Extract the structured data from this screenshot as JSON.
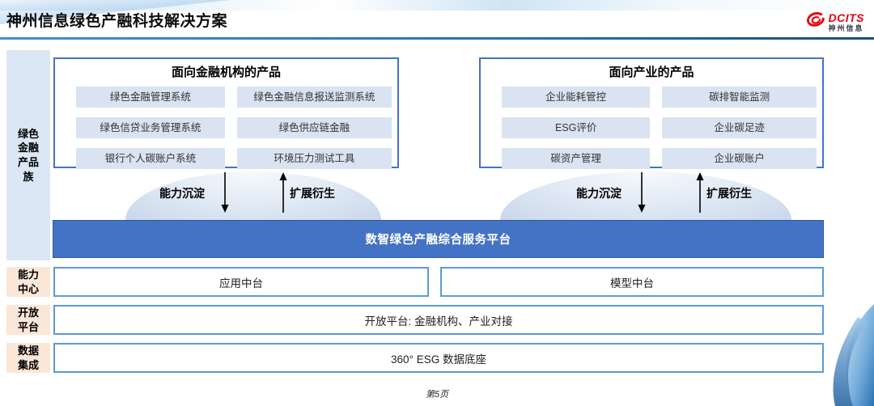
{
  "header": {
    "title": "神州信息绿色产融科技解决方案",
    "logo": {
      "brand": "DCITS",
      "brand_cn": "神州信息"
    }
  },
  "sidebar": {
    "product_family": "绿色金融产品族",
    "capability_center": "能力中心",
    "open_platform": "开放平台",
    "data_integration": "数据集成"
  },
  "product_boxes": {
    "finance": {
      "title": "面向金融机构的产品",
      "items": [
        "绿色金融管理系统",
        "绿色金融信息报送监测系统",
        "绿色信贷业务管理系统",
        "绿色供应链金融",
        "银行个人碳账户系统",
        "环境压力测试工具"
      ]
    },
    "industry": {
      "title": "面向产业的产品",
      "items": [
        "企业能耗管控",
        "碳排智能监测",
        "ESG评价",
        "企业碳足迹",
        "碳资产管理",
        "企业碳账户"
      ]
    }
  },
  "flows": {
    "down": "能力沉淀",
    "up": "扩展衍生"
  },
  "platform": {
    "label": "数智绿色产融综合服务平台"
  },
  "capability_row": {
    "left_box": "应用中台",
    "right_box": "模型中台"
  },
  "open_row": {
    "label": "开放平台: 金融机构、产业对接"
  },
  "data_row": {
    "label": "360° ESG 数据底座"
  },
  "footer": {
    "page": "第5页"
  },
  "colors": {
    "accent_blue": "#4472C4",
    "light_border_blue": "#5B9BD5",
    "chip_bg": "#DAE3F1",
    "sidebar_blue": "#DBE7F4",
    "label_peach": "#FBE7D8",
    "logo_red": "#E60012",
    "rule_blue": "#2273B4"
  }
}
